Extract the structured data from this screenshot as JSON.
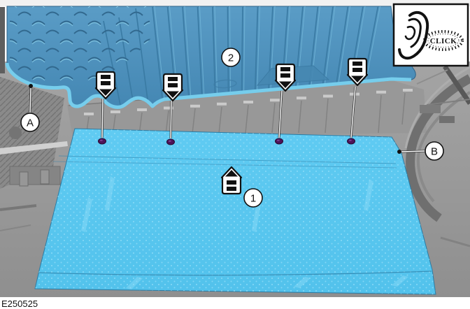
{
  "figure_label": "E250525",
  "callouts": {
    "a": "A",
    "b": "B",
    "item1": "1",
    "item2": "2"
  },
  "audio_cue": {
    "label": "CLICK",
    "icon": "ear-icon"
  },
  "fasteners": {
    "clip_count": 4,
    "clip_color": "#4e1358"
  },
  "icons": {
    "audio": "ear-icon",
    "press_down": "down-arrow-clip-icon",
    "press_up": "up-arrow-clip-icon"
  },
  "colors": {
    "upper_panel_blue": "#4d92bd",
    "upper_panel_rib": "#3a7ba4",
    "panel_edge_highlight": "#76cdec",
    "lower_panel_blue": "#5cc8f0",
    "floor_gray": "#9a9a9a",
    "outline_black": "#111111"
  }
}
